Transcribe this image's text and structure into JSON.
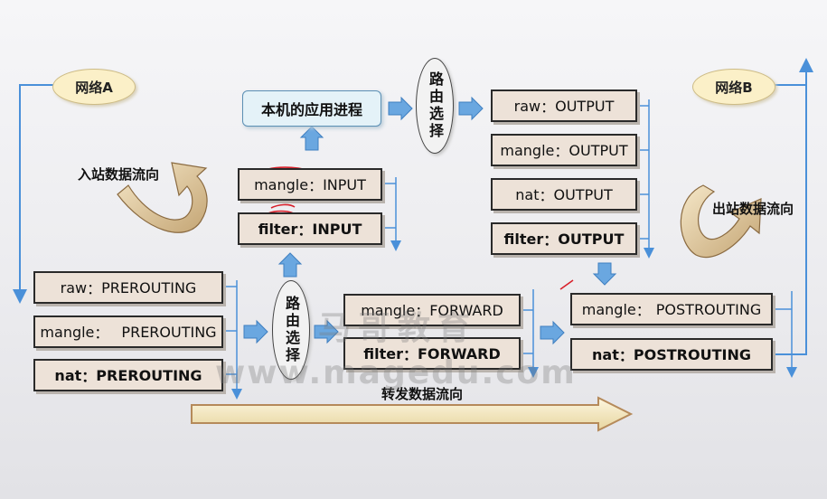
{
  "network_a": "网络A",
  "network_b": "网络B",
  "inbound_label": "入站数据流向",
  "outbound_label": "出站数据流向",
  "forward_label": "转发数据流向",
  "routing_label": "路由选择",
  "app_process": "本机的应用进程",
  "prerouting": [
    {
      "table": "raw",
      "sep": "：",
      "chain": "PREROUTING",
      "bold": false
    },
    {
      "table": "mangle",
      "sep": "：",
      "chain": "PREROUTING",
      "bold": false
    },
    {
      "table": "nat",
      "sep": "：",
      "chain": "PREROUTING",
      "bold": true
    }
  ],
  "input": [
    {
      "table": "mangle",
      "sep": "：",
      "chain": "INPUT",
      "bold": false
    },
    {
      "table": "filter",
      "sep": "：",
      "chain": "INPUT",
      "bold": true
    }
  ],
  "output": [
    {
      "table": "raw",
      "sep": "：",
      "chain": "OUTPUT",
      "bold": false
    },
    {
      "table": "mangle",
      "sep": "：",
      "chain": "OUTPUT",
      "bold": false
    },
    {
      "table": "nat",
      "sep": "：",
      "chain": "OUTPUT",
      "bold": false
    },
    {
      "table": "filter",
      "sep": "：",
      "chain": "OUTPUT",
      "bold": true
    }
  ],
  "forward": [
    {
      "table": "mangle",
      "sep": "：",
      "chain": "FORWARD",
      "bold": false
    },
    {
      "table": "filter",
      "sep": "：",
      "chain": "FORWARD",
      "bold": true
    }
  ],
  "postrouting": [
    {
      "table": "mangle",
      "sep": "：",
      "chain": "POSTROUTING",
      "bold": false
    },
    {
      "table": "nat",
      "sep": "：",
      "chain": "POSTROUTING",
      "bold": true
    }
  ],
  "watermark_cn": "马哥教育",
  "watermark_en": "www.magedu.com",
  "colors": {
    "flow_line": "#4a90d9",
    "box_fill": "#ede2d8",
    "big_arrow": "#c9b58a"
  }
}
